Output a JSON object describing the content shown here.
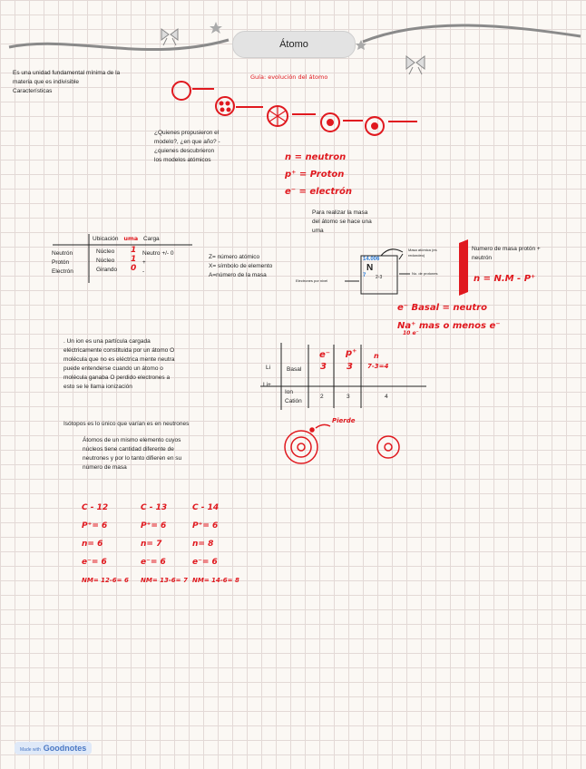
{
  "title": "Átomo",
  "intro": [
    "Es una unidad fundamental mínima de la",
    "materia que es indivisible",
    "Características"
  ],
  "guide_title": "Guía: evolución del átomo",
  "question": [
    "¿Quienes propusieron el",
    "modelo?, ¿en que año? -",
    "¿quienes descubrieron",
    "los modelos atómicos"
  ],
  "particles_red": [
    "n = neutron",
    "p⁺ = Proton",
    "e⁻ = electrón"
  ],
  "mass_note": [
    "Para realizar la masa",
    "del átomo se hace una",
    "uma"
  ],
  "table": {
    "headers": [
      "Ubicación",
      "uma",
      "Carga"
    ],
    "rows": [
      {
        "name": "Neutrón",
        "loc": "Núcleo",
        "uma": "1",
        "carga": "Neutro +/- 0"
      },
      {
        "name": "Protón",
        "loc": "Núcleo",
        "uma": "1",
        "carga": "+"
      },
      {
        "name": "Electrón",
        "loc": "Girando",
        "uma": "0",
        "carga": "-"
      }
    ]
  },
  "definitions": [
    "Z= número atómico",
    "X= símbolo de elemento",
    "A=número de la masa"
  ],
  "element_box": {
    "mass": "14.006",
    "symbol": "N",
    "z": "7",
    "config": "2-3"
  },
  "element_labels": {
    "top": [
      "Masa atómica (es",
      "redondeo)"
    ],
    "right": "No. de protones",
    "left": "Electrones por nivel"
  },
  "mass_number_note": [
    "Numero de masa protón +",
    "neutrón"
  ],
  "formula_red": "n = N.M - P⁺",
  "electron_notes_red": [
    "e⁻ Basal = neutro",
    "Na⁺ mas o menos e⁻"
  ],
  "electron_sub_red": "10 e⁻",
  "ion_text": [
    ". Un ion es una partícula cargada",
    "eléctricamente constituida por un átomo O",
    "molécula que no es eléctrica mente neutra",
    "puede entenderse cuando un átomo o",
    "molécula ganaba O perdido electrones a",
    "esto se le llama ionización"
  ],
  "li_table": {
    "rows": [
      {
        "symbol": "Li",
        "state": "Basal",
        "e": "3",
        "p": "3",
        "n": "7-3=4"
      },
      {
        "symbol": "Li+",
        "state": "Ion Catión",
        "e": "2",
        "p": "3",
        "n": "4"
      }
    ],
    "col_headers": [
      "e⁻",
      "p⁺",
      "n"
    ]
  },
  "atom_label_red": "Pierde",
  "isotopes_title": "Isótopos es lo único que varían es en neutrones",
  "isotopes_text": [
    "Átomos de un mismo elemento cuyos",
    "núcleos tiene cantidad diferente de",
    "neutrones y por lo tanto difieren en su",
    "número de masa"
  ],
  "isotopes": [
    {
      "name": "C - 12",
      "p": "P⁺= 6",
      "n": "n= 6",
      "e": "e⁻= 6",
      "nm": "NM= 12-6= 6"
    },
    {
      "name": "C - 13",
      "p": "P⁺= 6",
      "n": "n= 7",
      "e": "e⁻= 6",
      "nm": "NM= 13-6= 7"
    },
    {
      "name": "C - 14",
      "p": "P⁺= 6",
      "n": "n= 8",
      "e": "e⁻= 6",
      "nm": "NM= 14-6= 8"
    }
  ],
  "badge": {
    "small": "Made with",
    "brand": "Goodnotes"
  },
  "colors": {
    "red": "#e0191f",
    "grid": "#e3d9d6",
    "paper": "#fbf8f4"
  }
}
